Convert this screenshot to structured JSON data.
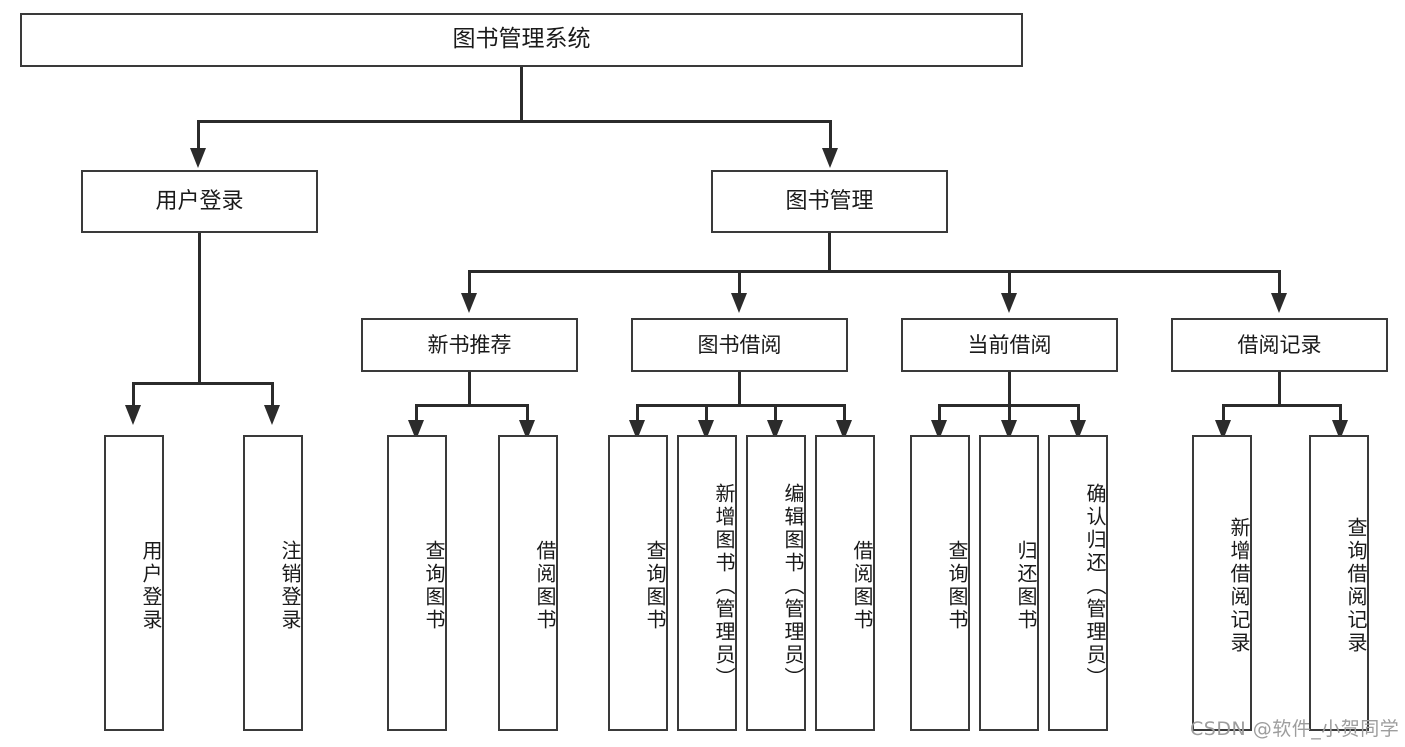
{
  "diagram": {
    "title": "图书管理系统",
    "type": "tree-structure-chart",
    "watermark": "CSDN @软件_小贺同学",
    "colors": {
      "box_border": "#3a3a3a",
      "connector": "#2b2b2b",
      "text": "#1a1a1a",
      "background": "#ffffff",
      "watermark": "#9d9d9d"
    }
  },
  "nodes": {
    "root": {
      "label": "图书管理系统"
    },
    "level2": [
      {
        "id": "user-login",
        "label": "用户登录"
      },
      {
        "id": "book-manage",
        "label": "图书管理"
      }
    ],
    "level3": [
      {
        "id": "new-book-rec",
        "label": "新书推荐"
      },
      {
        "id": "book-borrow",
        "label": "图书借阅"
      },
      {
        "id": "current-borrow",
        "label": "当前借阅"
      },
      {
        "id": "borrow-record",
        "label": "借阅记录"
      }
    ],
    "leaves": {
      "user_login": [
        {
          "id": "leaf-user-login",
          "label": "用户登录"
        },
        {
          "id": "leaf-logout",
          "label": "注销登录"
        }
      ],
      "new_book_rec": [
        {
          "id": "leaf-query-book-1",
          "label": "查询图书"
        },
        {
          "id": "leaf-borrow-book-1",
          "label": "借阅图书"
        }
      ],
      "book_borrow": [
        {
          "id": "leaf-query-book-2",
          "label": "查询图书"
        },
        {
          "id": "leaf-add-book",
          "label": "新增图书（管理员）"
        },
        {
          "id": "leaf-edit-book",
          "label": "编辑图书（管理员）"
        },
        {
          "id": "leaf-borrow-book-2",
          "label": "借阅图书"
        }
      ],
      "current_borrow": [
        {
          "id": "leaf-query-book-3",
          "label": "查询图书"
        },
        {
          "id": "leaf-return-book",
          "label": "归还图书"
        },
        {
          "id": "leaf-confirm-return",
          "label": "确认归还（管理员）"
        }
      ],
      "borrow_record": [
        {
          "id": "leaf-add-record",
          "label": "新增借阅记录"
        },
        {
          "id": "leaf-query-record",
          "label": "查询借阅记录"
        }
      ]
    }
  }
}
